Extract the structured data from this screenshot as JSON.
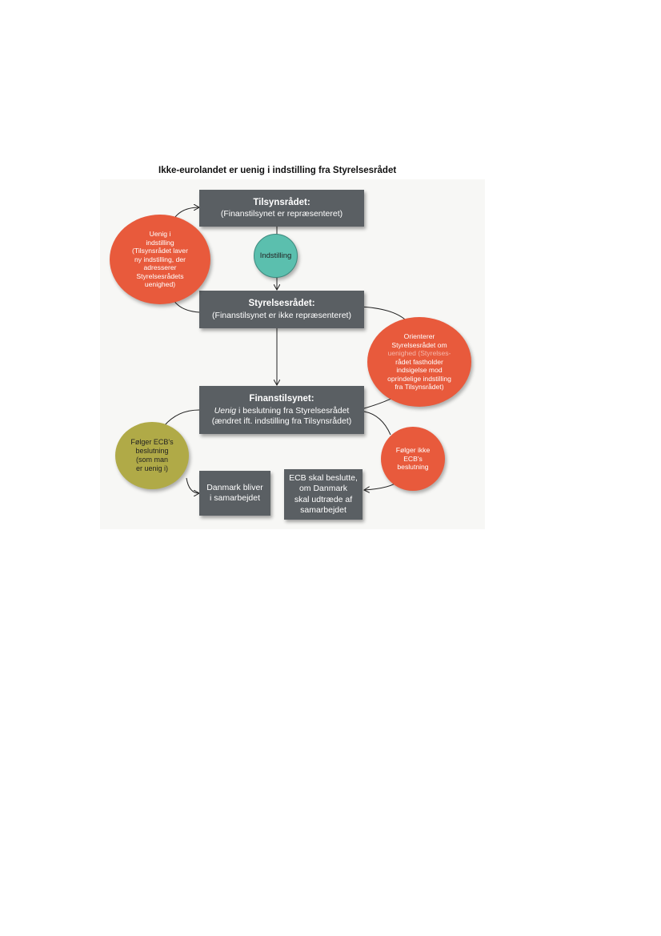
{
  "title": "Ikke-eurolandet er uenig i indstilling fra Styrelsesrådet",
  "boxes": {
    "tilsyn": {
      "title": "Tilsynsrådet:",
      "sub": "(Finanstilsynet er repræsenteret)"
    },
    "styrelse": {
      "title": "Styrelsesrådet:",
      "sub": "(Finanstilsynet er ikke repræsenteret)"
    },
    "finans": {
      "title": "Finanstilsynet:",
      "line1_em": "Uenig",
      "line1_rest": " i beslutning fra Styrelsesrådet",
      "line2": "(ændret ift. indstilling fra Tilsynsrådet)"
    },
    "danmark": {
      "line1": "Danmark bliver",
      "line2": "i samarbejdet"
    },
    "ecb": {
      "line1": "ECB skal beslutte,",
      "line2": "om Danmark",
      "line3": "skal udtræde af",
      "line4": "samarbejdet"
    }
  },
  "circles": {
    "uenig": {
      "lines": [
        "Uenig i",
        "indstilling",
        "(Tilsynsrådet laver",
        "ny indstilling, der",
        "adresserer",
        "Styrelsesrådets",
        "uenighed)"
      ]
    },
    "indstilling": {
      "label": "Indstilling"
    },
    "orienterer": {
      "lines": [
        "Orienterer",
        "Styrelsesrådet om",
        "uenighed (Styrelses-",
        "rådet fastholder",
        "indsigelse mod",
        "oprindelige indstilling",
        "fra Tilsynsrådet)"
      ]
    },
    "folger": {
      "lines": [
        "Følger ECB's",
        "beslutning",
        "(som man",
        "er uenig i)"
      ]
    },
    "folgerikke": {
      "lines": [
        "Følger ikke",
        "ECB's",
        "beslutning"
      ]
    }
  },
  "colors": {
    "box": "#5a5f63",
    "red_circle": "#e85a3c",
    "teal_circle": "#5bbfae",
    "olive_circle": "#b0aa47"
  }
}
